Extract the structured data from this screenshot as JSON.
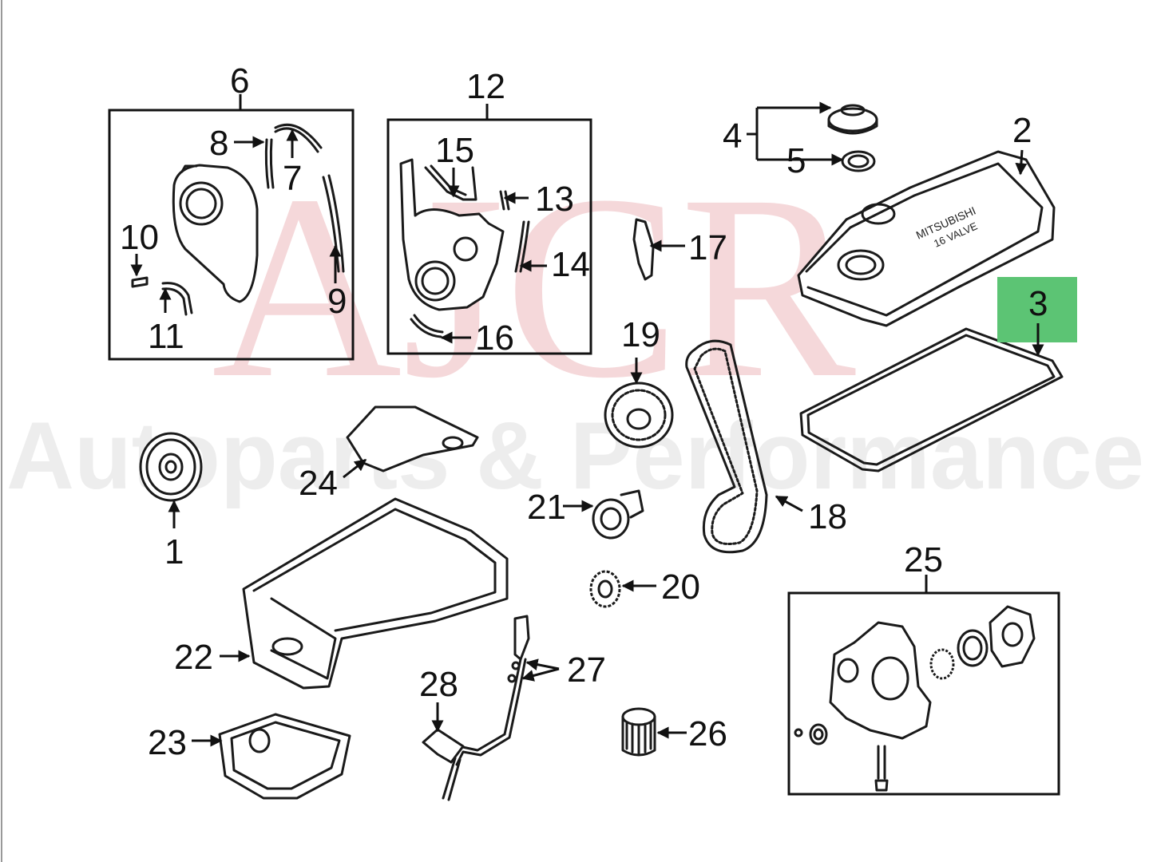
{
  "watermark": {
    "brand": "AJCR",
    "tagline": "Autoparts & Performance"
  },
  "valve_cover_text": {
    "brand": "MITSUBISHI",
    "subtitle": "16 VALVE"
  },
  "highlight_color": "#5cc474",
  "callouts": {
    "c1": "1",
    "c2": "2",
    "c3": "3",
    "c4": "4",
    "c5": "5",
    "c6": "6",
    "c7": "7",
    "c8": "8",
    "c9": "9",
    "c10": "10",
    "c11": "11",
    "c12": "12",
    "c13": "13",
    "c14": "14",
    "c15": "15",
    "c16": "16",
    "c17": "17",
    "c18": "18",
    "c19": "19",
    "c20": "20",
    "c21": "21",
    "c22": "22",
    "c23": "23",
    "c24": "24",
    "c25": "25",
    "c26": "26",
    "c27": "27",
    "c28": "28"
  }
}
